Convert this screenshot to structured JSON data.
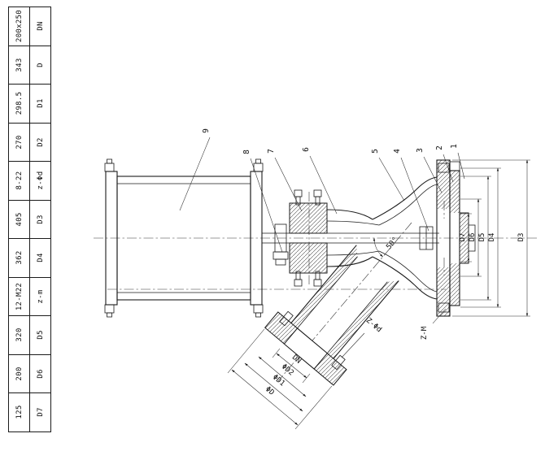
{
  "table": {
    "rows": [
      {
        "label": "DN",
        "value": "200x250"
      },
      {
        "label": "D",
        "value": "343"
      },
      {
        "label": "D1",
        "value": "298.5"
      },
      {
        "label": "D2",
        "value": "270"
      },
      {
        "label": "z-Φd",
        "value": "8-22"
      },
      {
        "label": "D3",
        "value": "405"
      },
      {
        "label": "D4",
        "value": "362"
      },
      {
        "label": "z-m",
        "value": "12-M22"
      },
      {
        "label": "D5",
        "value": "320"
      },
      {
        "label": "D6",
        "value": "200"
      },
      {
        "label": "D7",
        "value": "125"
      }
    ]
  },
  "dims": {
    "d3": "D3",
    "d4": "D4",
    "d5": "D5",
    "d6": "D6",
    "d7": "D7",
    "z_m": "Z-M",
    "z_phid": "Z-Φd",
    "dn": "DN",
    "phi_d2": "ΦD2",
    "phi_d1": "ΦD1",
    "phi_d": "ΦD",
    "angle": "50°"
  },
  "callouts": {
    "c1": "1",
    "c2": "2",
    "c3": "3",
    "c4": "4",
    "c5": "5",
    "c6": "6",
    "c7": "7",
    "c8": "8",
    "c9": "9"
  },
  "colors": {
    "line": "#1b1b1b",
    "background": "#ffffff"
  }
}
